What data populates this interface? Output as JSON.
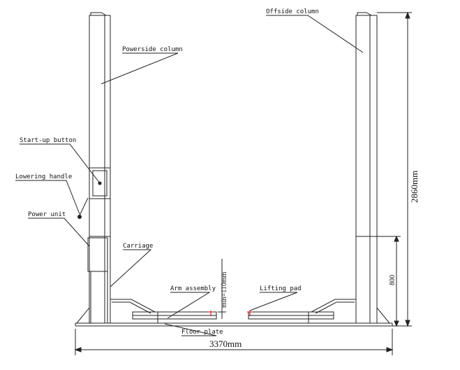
{
  "labels": {
    "offside_column": "Offside column",
    "powerside_column": "Powerside column",
    "startup_button": "Start-up button",
    "lowering_handle": "Lowering handle",
    "power_unit": "Power unit",
    "carriage": "Carriage",
    "arm_assembly": "Arm assembly",
    "lifting_pad": "Lifting pad",
    "floor_plate": "Floor plate"
  },
  "dimensions": {
    "width": "3370mm",
    "height": "2860mm",
    "carriage_height": "800",
    "min_height": "min=110mm"
  }
}
